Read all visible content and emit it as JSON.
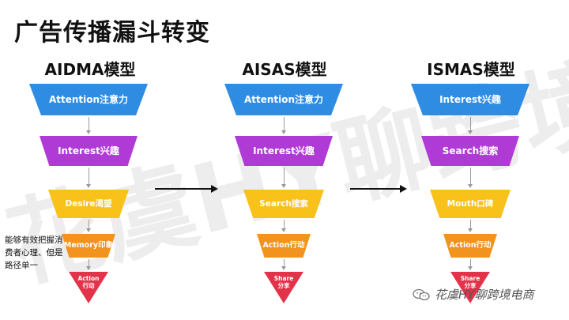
{
  "title": "广告传播漏斗转变",
  "watermark": "花虞HY聊跨境",
  "colors": {
    "blue": "#2e8de3",
    "purple": "#b03ad6",
    "yellow": "#f9c21a",
    "orange": "#f3931f",
    "red": "#e2334a"
  },
  "models": [
    {
      "title": "AIDMA模型",
      "stages": [
        {
          "label": "Attention注意力",
          "color": "blue"
        },
        {
          "label": "Interest兴趣",
          "color": "purple"
        },
        {
          "label": "Desire渴望",
          "color": "yellow"
        },
        {
          "label": "Memory印象",
          "color": "orange"
        },
        {
          "label_en": "Action",
          "label_zh": "行动",
          "color": "red"
        }
      ]
    },
    {
      "title": "AISAS模型",
      "stages": [
        {
          "label": "Attention注意力",
          "color": "blue"
        },
        {
          "label": "Interest兴趣",
          "color": "purple"
        },
        {
          "label": "Search搜索",
          "color": "yellow"
        },
        {
          "label": "Action行动",
          "color": "orange"
        },
        {
          "label_en": "Share",
          "label_zh": "分享",
          "color": "red"
        }
      ]
    },
    {
      "title": "ISMAS模型",
      "stages": [
        {
          "label": "Interest兴趣",
          "color": "blue"
        },
        {
          "label": "Search搜索",
          "color": "purple"
        },
        {
          "label": "Mouth口碑",
          "color": "yellow"
        },
        {
          "label": "Action行动",
          "color": "orange"
        },
        {
          "label_en": "Share",
          "label_zh": "分享",
          "color": "red"
        }
      ]
    }
  ],
  "side_note": "能够有效把握消费者心理、但是路径单一",
  "brand": "花虞HY聊跨境电商",
  "brand_icon": "wechat-icon"
}
